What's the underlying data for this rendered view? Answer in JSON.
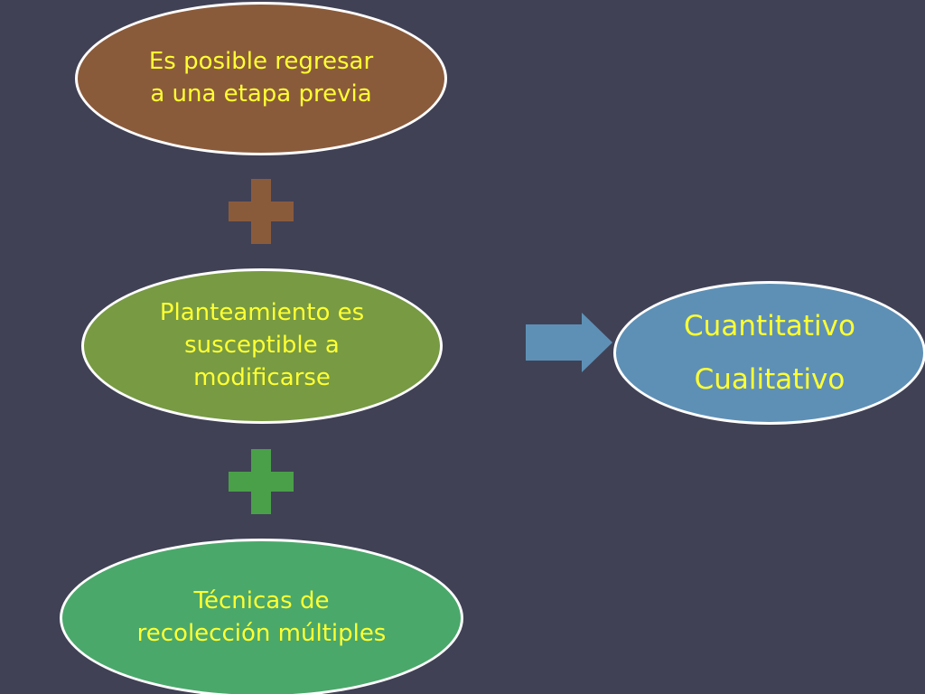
{
  "colors": {
    "background": "#404155",
    "text": "#ffff33",
    "outline": "#ffffff",
    "oval_top_fill": "#8a5b3b",
    "oval_middle_fill": "#779a43",
    "oval_bottom_fill": "#4aa86b",
    "oval_right_fill": "#5e90b6",
    "plus_top_fill": "#8a5b3b",
    "plus_bottom_fill": "#4aa049",
    "arrow_fill": "#5e90b6"
  },
  "nodes": {
    "top": {
      "lines": [
        "Es posible regresar",
        "a una etapa previa"
      ]
    },
    "middle": {
      "lines": [
        "Planteamiento es",
        "susceptible a",
        "modificarse"
      ]
    },
    "bottom": {
      "lines": [
        "Técnicas de",
        "recolección múltiples"
      ]
    },
    "right": {
      "lines": [
        "Cuantitativo",
        "Cualitativo"
      ]
    }
  },
  "icons": {
    "plus_top": "plus-icon",
    "plus_bottom": "plus-icon",
    "arrow": "arrow-right-icon"
  }
}
